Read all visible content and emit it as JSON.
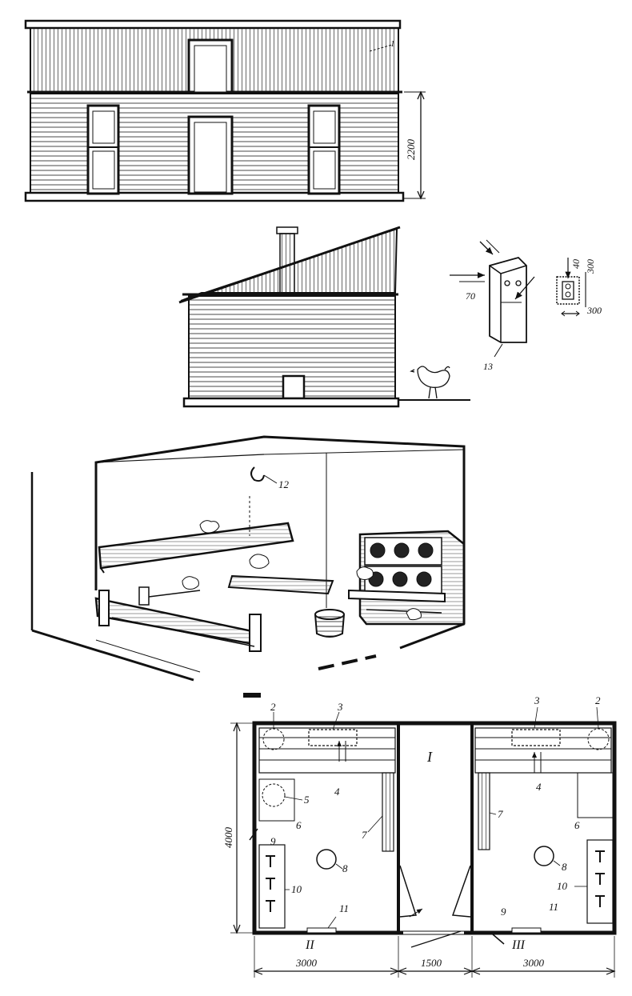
{
  "front_view": {
    "height_dim": "2200",
    "ref_1": "1"
  },
  "side_view": {
    "nest_box": {
      "ref": "13",
      "dim_width": "70",
      "dim_top": "40",
      "dim_height": "300",
      "dim_bottom": "300"
    }
  },
  "interior_view": {
    "ref_12": "12"
  },
  "floor_plan": {
    "refs": {
      "r2_left": "2",
      "r3_left": "3",
      "r4_left": "4",
      "r5": "5",
      "r6_left": "6",
      "r7_left": "7",
      "r8_left": "8",
      "r9_left": "9",
      "r10_left": "10",
      "r11_left": "11",
      "r2_right": "2",
      "r3_right": "3",
      "r4_right": "4",
      "r6_right": "6",
      "r7_right": "7",
      "r8_right": "8",
      "r9_right": "9",
      "r10_right": "10",
      "r11_right": "11"
    },
    "rooms": {
      "I": "I",
      "II": "II",
      "III": "III"
    },
    "dims": {
      "height": "4000",
      "left_width": "3000",
      "mid_width": "1500",
      "right_width": "3000"
    }
  }
}
